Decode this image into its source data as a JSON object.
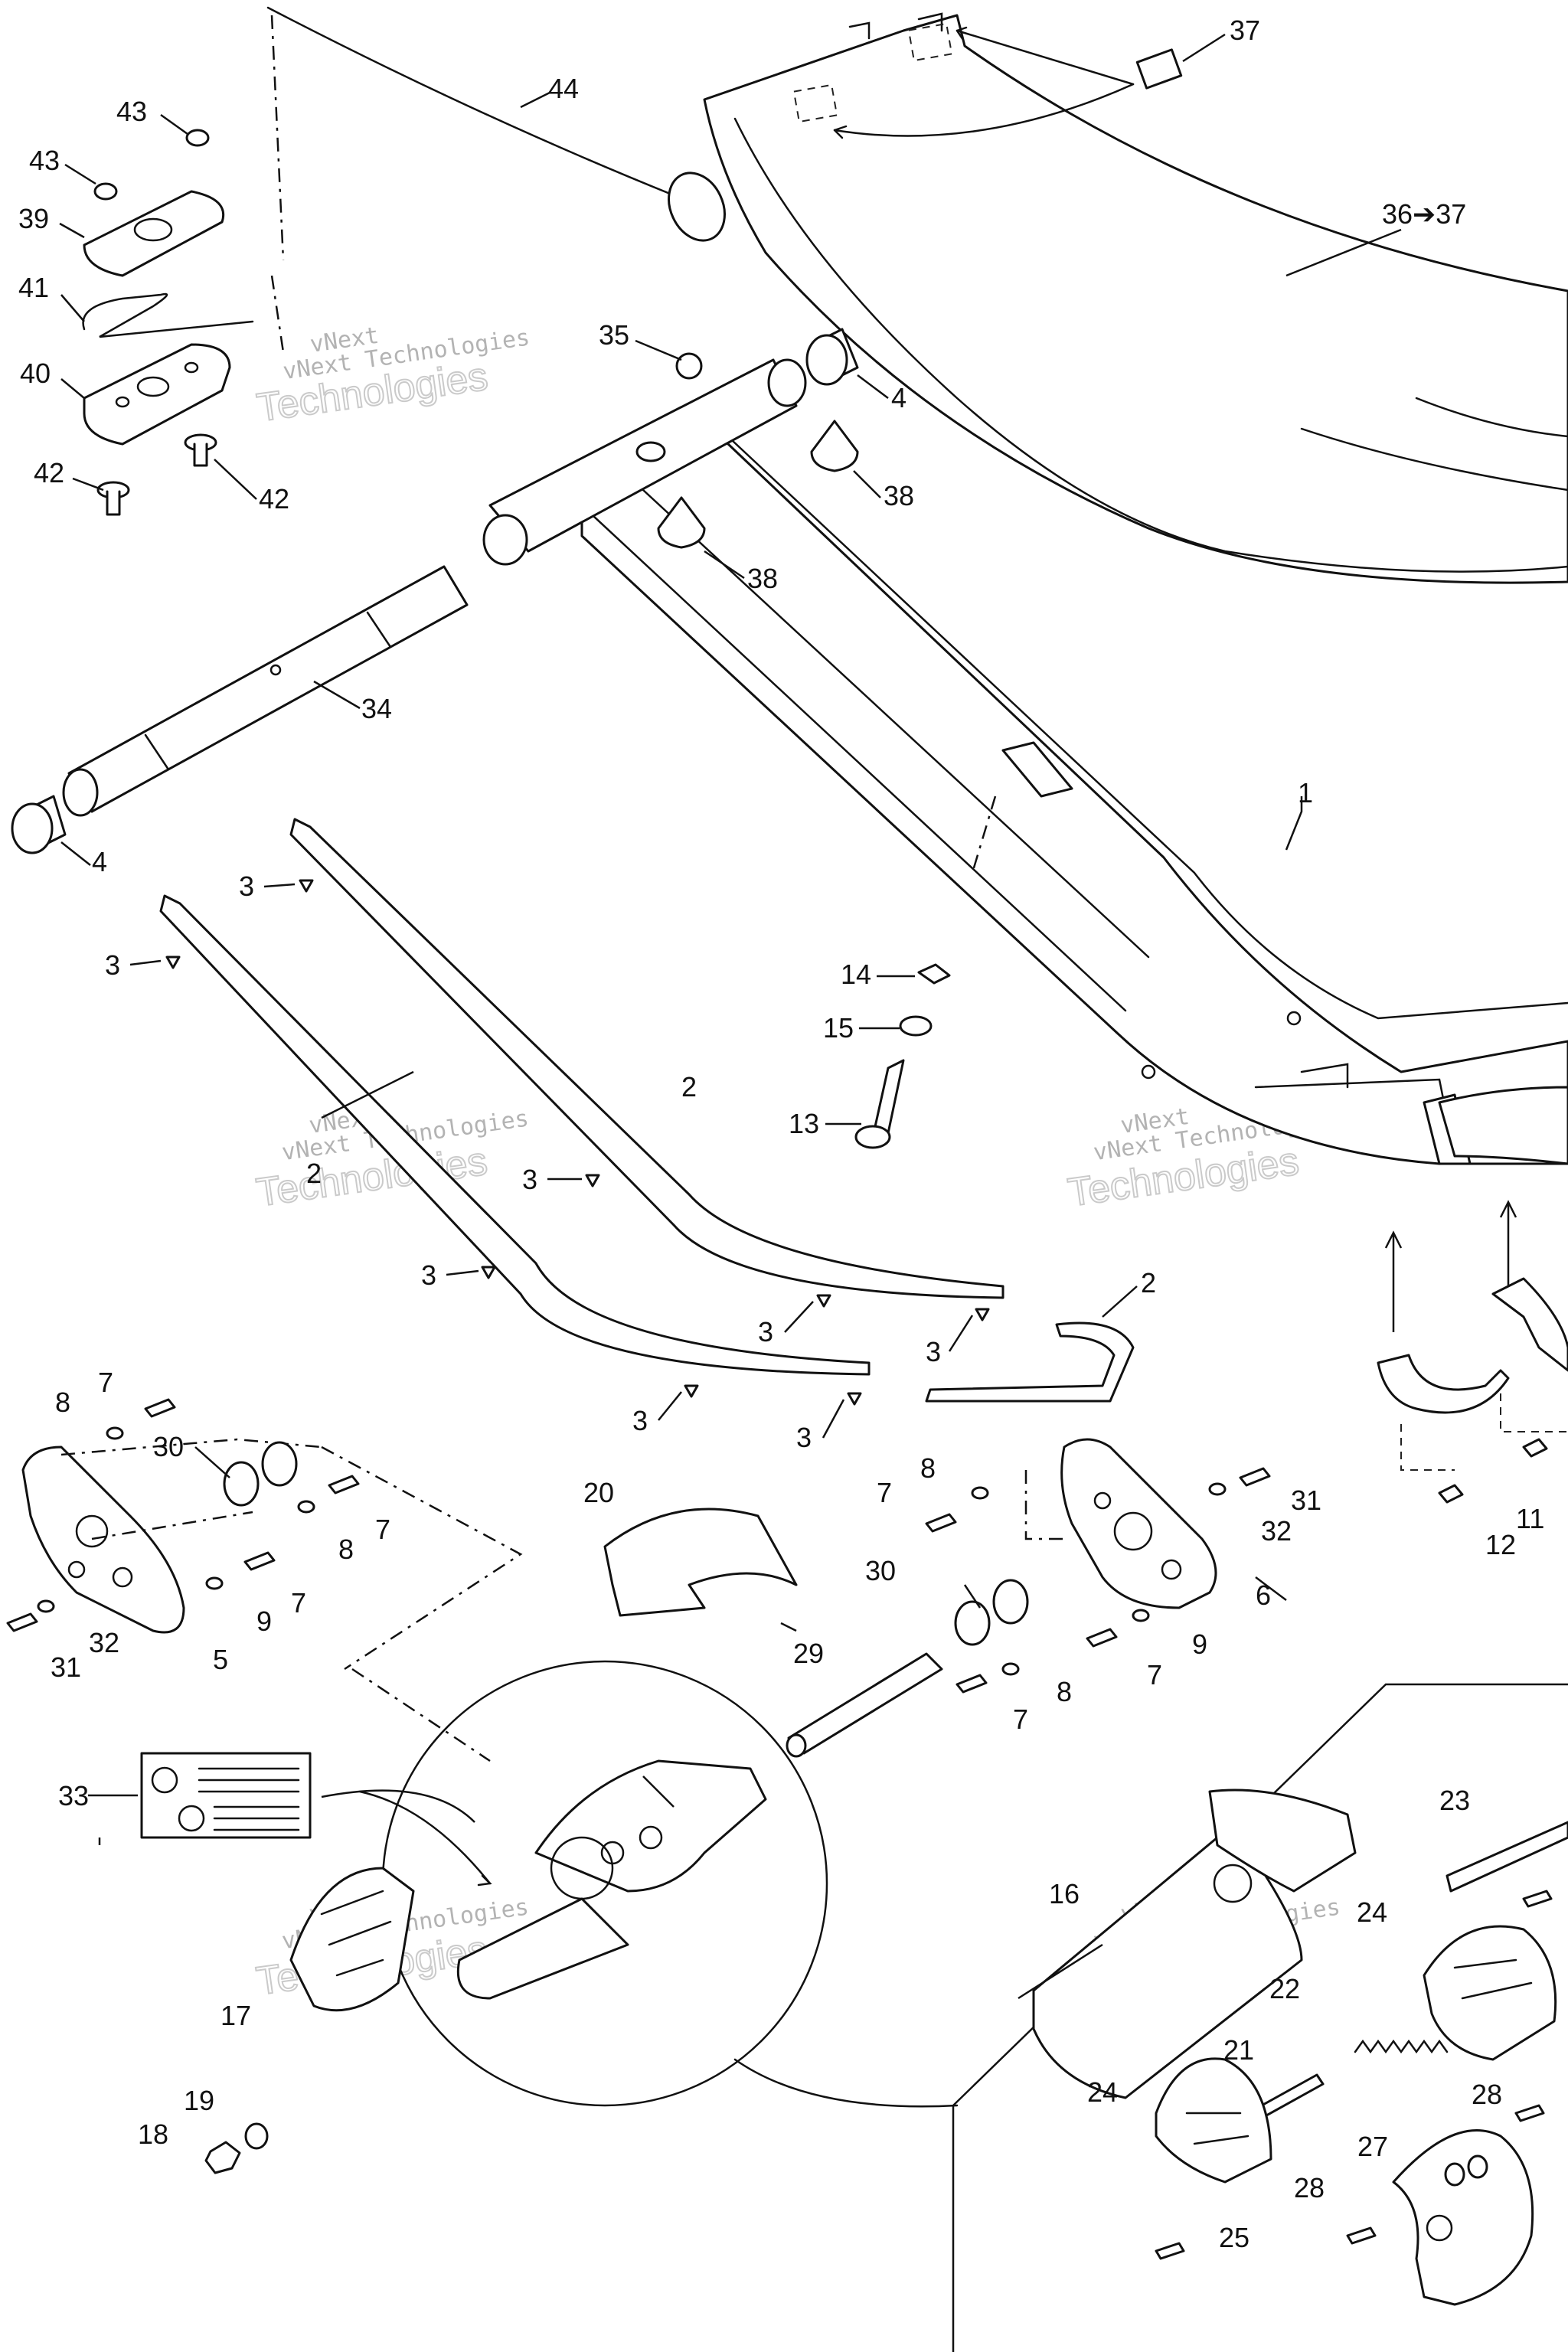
{
  "callouts": {
    "c1": "1",
    "c2a": "2",
    "c2b": "2",
    "c2c": "2",
    "c3a": "3",
    "c3b": "3",
    "c3c": "3",
    "c3d": "3",
    "c3e": "3",
    "c3f": "3",
    "c3g": "3",
    "c3h": "3",
    "c4a": "4",
    "c4b": "4",
    "c5": "5",
    "c6": "6",
    "c7a": "7",
    "c7b": "7",
    "c7c": "7",
    "c7d": "7",
    "c7e": "7",
    "c7f": "7",
    "c8a": "8",
    "c8b": "8",
    "c8c": "8",
    "c8d": "8",
    "c9a": "9",
    "c9b": "9",
    "c11": "11",
    "c12": "12",
    "c13": "13",
    "c14": "14",
    "c15": "15",
    "c16": "16",
    "c17": "17",
    "c18": "18",
    "c19": "19",
    "c20": "20",
    "c21": "21",
    "c22": "22",
    "c23": "23",
    "c24a": "24",
    "c24b": "24",
    "c25": "25",
    "c27": "27",
    "c28a": "28",
    "c28b": "28",
    "c29": "29",
    "c30a": "30",
    "c30b": "30",
    "c31a": "31",
    "c31b": "31",
    "c32a": "32",
    "c32b": "32",
    "c33": "33",
    "c34": "34",
    "c35": "35",
    "c36": "36➔37",
    "c37": "37",
    "c38a": "38",
    "c38b": "38",
    "c39": "39",
    "c40": "40",
    "c41": "41",
    "c42a": "42",
    "c42b": "42",
    "c43a": "43",
    "c43b": "43",
    "c44": "44"
  },
  "watermark": {
    "line1": "vNext",
    "line2": "vNext Technologies",
    "line3": "Technologies"
  }
}
